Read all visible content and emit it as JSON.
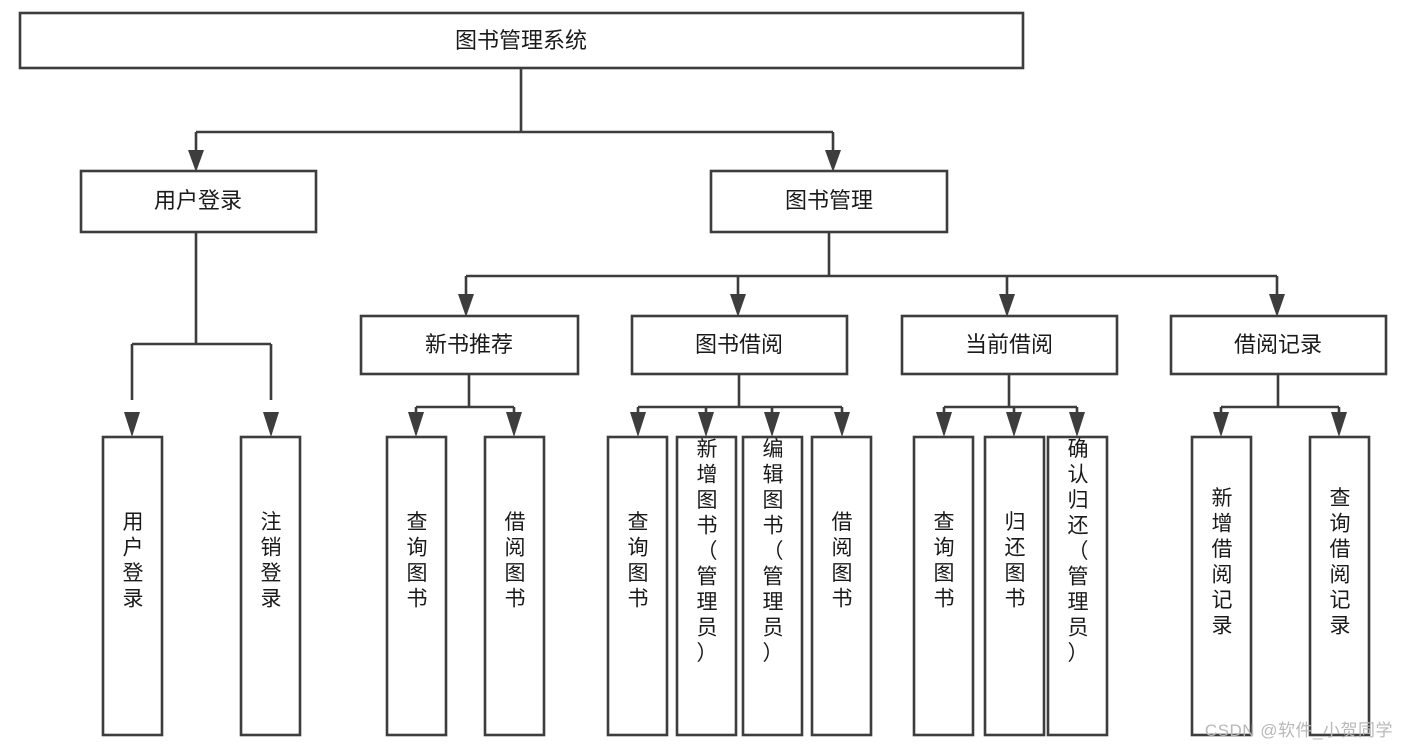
{
  "diagram": {
    "type": "tree-hierarchy",
    "title": "图书管理系统",
    "watermark": "CSDN @软件_小贺同学",
    "colors": {
      "box_stroke": "#3d3d3d",
      "box_fill": "#ffffff",
      "text": "#1a1a1a",
      "background": "#ffffff",
      "watermark": "#b8b8b8"
    },
    "levels": {
      "root": {
        "label": "图书管理系统"
      },
      "level2": [
        {
          "label": "用户登录"
        },
        {
          "label": "图书管理"
        }
      ],
      "level3": [
        {
          "label": "新书推荐"
        },
        {
          "label": "图书借阅"
        },
        {
          "label": "当前借阅"
        },
        {
          "label": "借阅记录"
        }
      ],
      "leaves": {
        "user_login": [
          {
            "label": "用户登录"
          },
          {
            "label": "注销登录"
          }
        ],
        "new_book_recommend": [
          {
            "label": "查询图书"
          },
          {
            "label": "借阅图书"
          }
        ],
        "book_borrow": [
          {
            "label": "查询图书"
          },
          {
            "label": "新增图书（管理员）"
          },
          {
            "label": "编辑图书（管理员）"
          },
          {
            "label": "借阅图书"
          }
        ],
        "current_borrow": [
          {
            "label": "查询图书"
          },
          {
            "label": "归还图书"
          },
          {
            "label": "确认归还（管理员）"
          }
        ],
        "borrow_record": [
          {
            "label": "新增借阅记录"
          },
          {
            "label": "查询借阅记录"
          }
        ]
      }
    }
  }
}
